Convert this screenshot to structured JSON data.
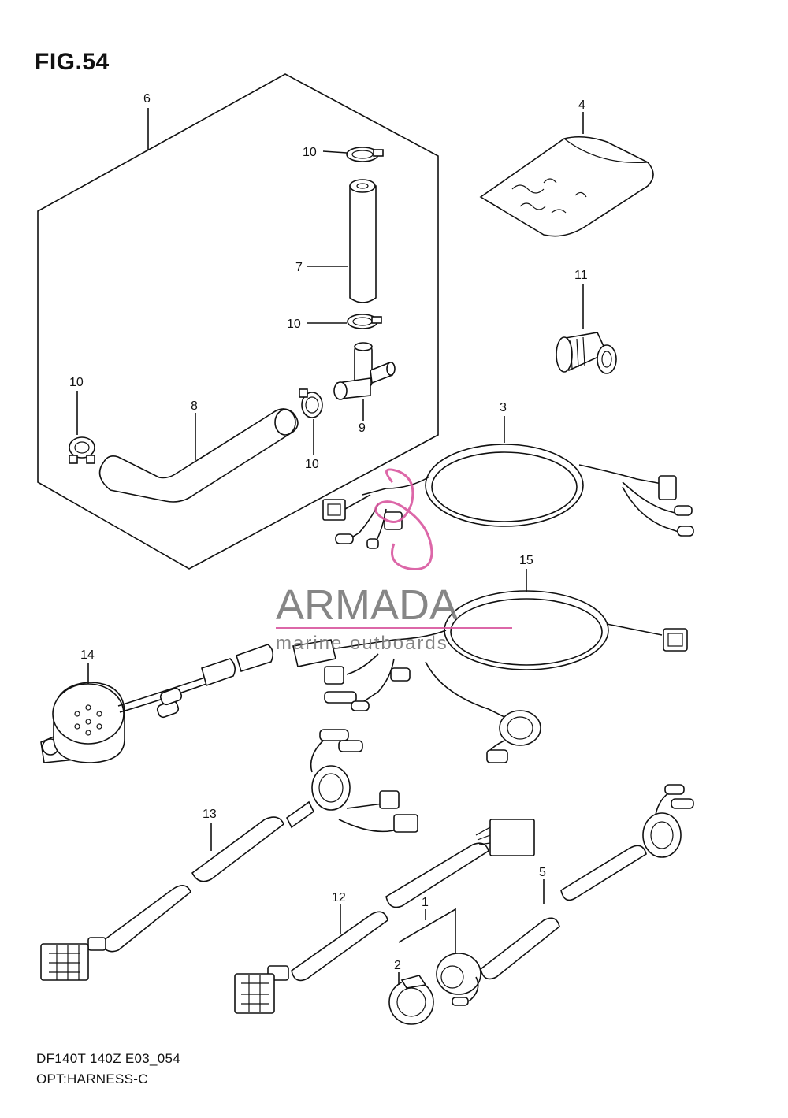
{
  "figure_title": "FIG.54",
  "footer": {
    "model": "DF140T 140Z E03_054",
    "section": "OPT:HARNESS-C"
  },
  "watermark": {
    "brand": "ARMADA",
    "tagline": "marine outboards",
    "logo_color": "#d9579f"
  },
  "callouts": {
    "c1": "1",
    "c2": "2",
    "c3": "3",
    "c4": "4",
    "c5": "5",
    "c6": "6",
    "c7": "7",
    "c8": "8",
    "c9": "9",
    "c10a": "10",
    "c10b": "10",
    "c10c": "10",
    "c10d": "10",
    "c11": "11",
    "c12": "12",
    "c13": "13",
    "c14": "14",
    "c15": "15"
  }
}
